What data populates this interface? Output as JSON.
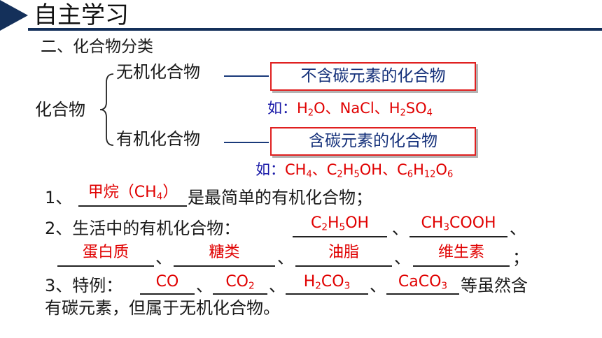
{
  "header": {
    "title": "自主学习"
  },
  "section": {
    "title": "二、化合物分类"
  },
  "classification": {
    "root": "化合物",
    "inorganic": {
      "label": "无机化合物",
      "box": "不含碳元素的化合物",
      "example_prefix": "如：",
      "examples": [
        "H₂O",
        "NaCl",
        "H₂SO₄"
      ]
    },
    "organic": {
      "label": "有机化合物",
      "box": "含碳元素的化合物",
      "example_prefix": "如：",
      "examples": [
        "CH₄",
        "C₂H₅OH",
        "C₆H₁₂O₆"
      ]
    }
  },
  "q1": {
    "number": "1、",
    "answer": "甲烷（CH₄）",
    "text": "是最简单的有机化合物；"
  },
  "q2": {
    "lead": "2、生活中的有机化合物：",
    "answers": [
      "C₂H₅OH",
      "CH₃COOH",
      "蛋白质",
      "糖类",
      "油脂",
      "维生素"
    ],
    "sep": "、",
    "end": "；"
  },
  "q3": {
    "lead": "3、特例：",
    "answers": [
      "CO",
      "CO₂",
      "H₂CO₃",
      "CaCO₃"
    ],
    "sep": "、",
    "tail1": "等虽然含",
    "tail2": "有碳元素，但属于无机化合物。"
  }
}
